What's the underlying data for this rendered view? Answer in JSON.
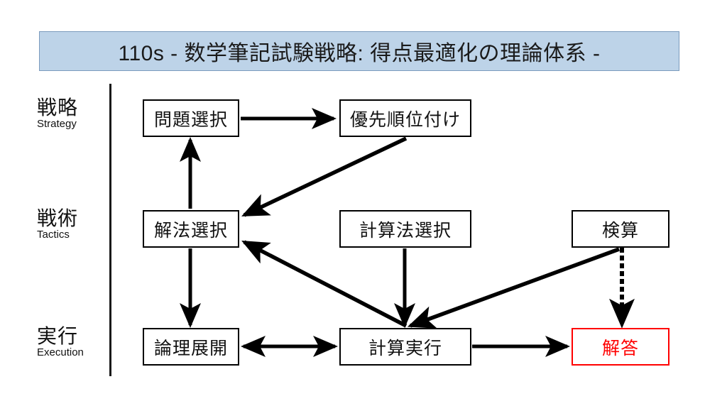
{
  "title": {
    "text": "110s - 数学筆記試験戦略: 得点最適化の理論体系 -",
    "bg_color": "#bdd3e8",
    "border_color": "#7b9bbd"
  },
  "rows": [
    {
      "jp": "戦略",
      "en": "Strategy"
    },
    {
      "jp": "戦術",
      "en": "Tactics"
    },
    {
      "jp": "実行",
      "en": "Execution"
    }
  ],
  "nodes": [
    {
      "id": "problem-selection",
      "label": "問題選択",
      "row": "strategy",
      "color": "#000000"
    },
    {
      "id": "prioritization",
      "label": "優先順位付け",
      "row": "strategy",
      "color": "#000000"
    },
    {
      "id": "solution-method",
      "label": "解法選択",
      "row": "tactics",
      "color": "#000000"
    },
    {
      "id": "calculation-method",
      "label": "計算法選択",
      "row": "tactics",
      "color": "#000000"
    },
    {
      "id": "verification",
      "label": "検算",
      "row": "tactics",
      "color": "#000000"
    },
    {
      "id": "logical-development",
      "label": "論理展開",
      "row": "execution",
      "color": "#000000"
    },
    {
      "id": "calculation-execution",
      "label": "計算実行",
      "row": "execution",
      "color": "#000000"
    },
    {
      "id": "answer",
      "label": "解答",
      "row": "execution",
      "color": "#ff0000"
    }
  ],
  "edges": [
    {
      "from": "problem-selection",
      "to": "prioritization",
      "style": "solid",
      "heads": "single"
    },
    {
      "from": "prioritization",
      "to": "solution-method",
      "style": "solid",
      "heads": "single"
    },
    {
      "from": "solution-method",
      "to": "problem-selection",
      "style": "solid",
      "heads": "single"
    },
    {
      "from": "solution-method",
      "to": "logical-development",
      "style": "solid",
      "heads": "single"
    },
    {
      "from": "calculation-method",
      "to": "calculation-execution",
      "style": "solid",
      "heads": "single"
    },
    {
      "from": "calculation-execution",
      "to": "solution-method",
      "style": "solid",
      "heads": "single"
    },
    {
      "from": "verification",
      "to": "calculation-execution",
      "style": "solid",
      "heads": "single"
    },
    {
      "from": "verification",
      "to": "answer",
      "style": "dotted",
      "heads": "single"
    },
    {
      "from": "logical-development",
      "to": "calculation-execution",
      "style": "solid",
      "heads": "double"
    },
    {
      "from": "calculation-execution",
      "to": "answer",
      "style": "solid",
      "heads": "single"
    }
  ]
}
